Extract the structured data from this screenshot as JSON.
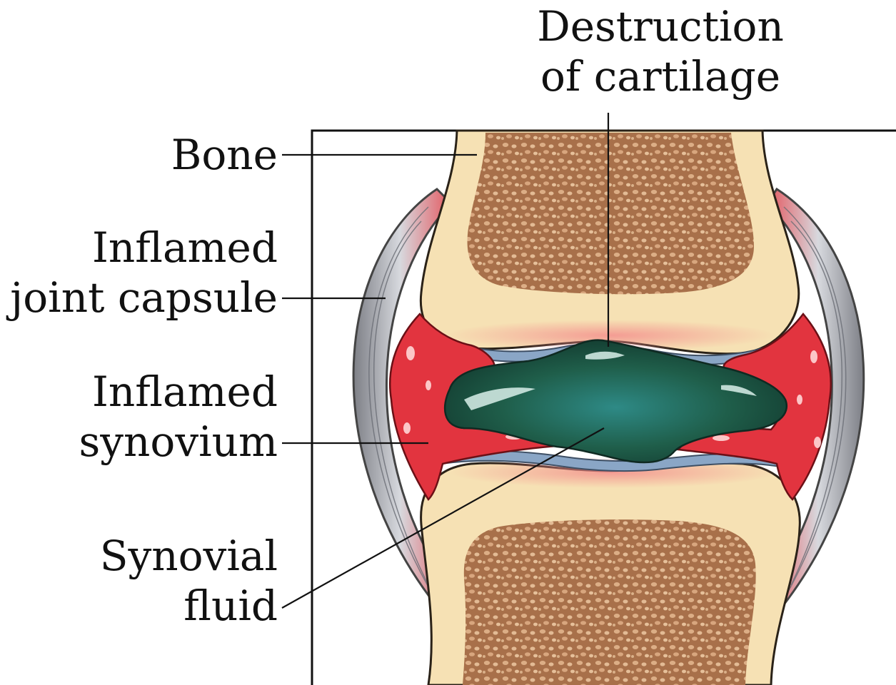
{
  "labels": {
    "bone": "Bone",
    "joint_capsule": [
      "Inflamed",
      "joint capsule"
    ],
    "synovium": [
      "Inflamed",
      "synovium"
    ],
    "synovial_fluid": [
      "Synovial",
      "fluid"
    ],
    "cartilage": [
      "Destruction",
      "of cartilage"
    ]
  },
  "colors": {
    "bone_shell": "#f6e1b4",
    "bone_marrow": "#b27b52",
    "cartilage": "#8aa6c6",
    "synovium": "#e2343f",
    "capsule": "#c2c5cc",
    "fluid": "#1f5e4a"
  }
}
